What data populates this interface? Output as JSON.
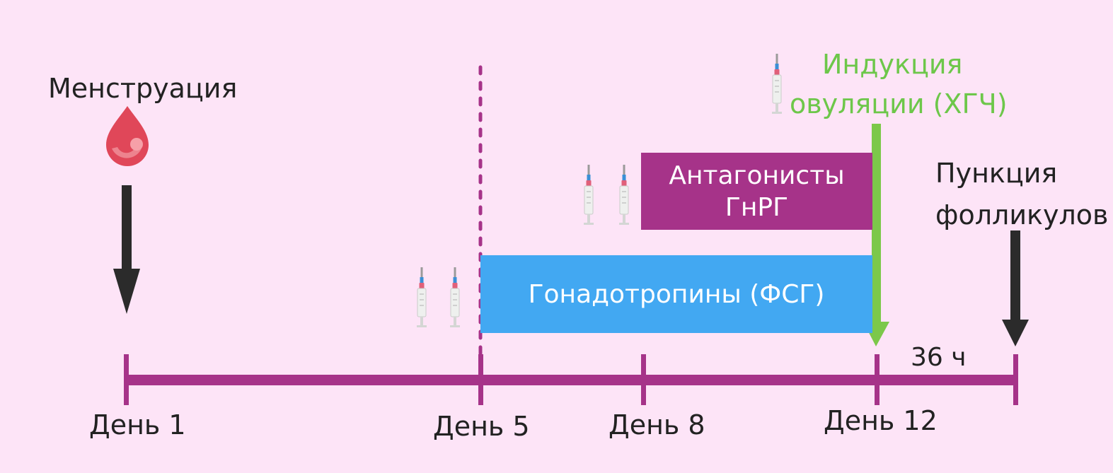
{
  "colors": {
    "background": "#fde4f7",
    "timeline": "#a63389",
    "antagonist_bar": "#a63389",
    "gonadotropin_bar": "#42a8f2",
    "hcg_arrow": "#7cc84a",
    "hcg_text": "#6dc74a",
    "event_arrow": "#2b2b2b",
    "drop": "#e04759"
  },
  "events": {
    "menstruation": "Менструация",
    "ovulation_induction_line1": "Индукция",
    "ovulation_induction_line2": "овуляции (ХГЧ)",
    "puncture_line1": "Пункция",
    "puncture_line2": "фолликулов"
  },
  "bars": {
    "antagonists_line1": "Антагонисты",
    "antagonists_line2": "ГнРГ",
    "gonadotropins": "Гонадотропины (ФСГ)"
  },
  "timeline": {
    "days": [
      "День 1",
      "День 5",
      "День 8",
      "День 12"
    ],
    "interval_label": "36 ч"
  },
  "icons": {
    "drop": "blood-drop-icon",
    "syringe": "syringe-icon",
    "arrow": "arrow-down-icon"
  }
}
